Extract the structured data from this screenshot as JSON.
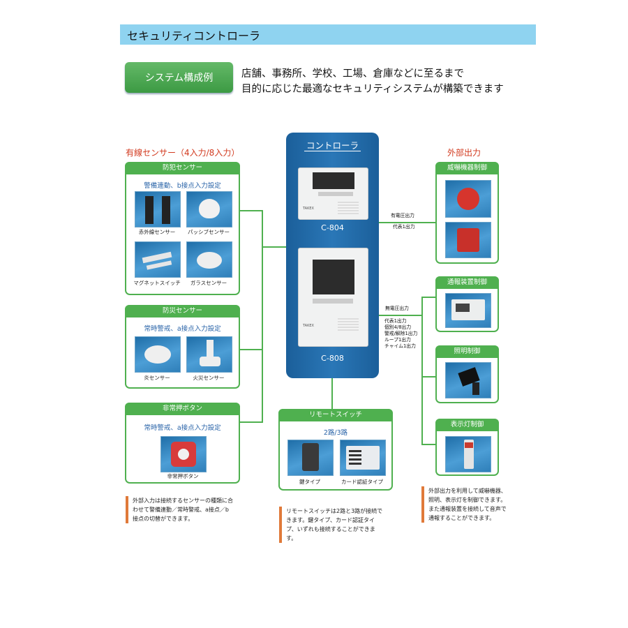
{
  "page_title": "セキュリティコントローラ",
  "system_button": "システム構成例",
  "intro": {
    "line1": "店舗、事務所、学校、工場、倉庫などに至るまで",
    "line2": "目的に応じた最適なセキュリティシステムが構築できます"
  },
  "wired_sensor_title": "有線センサー（4入力/8入力）",
  "external_output_title": "外部出力",
  "panels": {
    "crime": {
      "header": "防犯センサー",
      "subtitle": "警備連動、b接点入力設定",
      "items": [
        "赤外線センサー",
        "パッシブセンサー",
        "マグネットスイッチ",
        "ガラスセンサー"
      ]
    },
    "fire": {
      "header": "防災センサー",
      "subtitle": "常時警戒、a接点入力設定",
      "items": [
        "炎センサー",
        "火災センサー"
      ]
    },
    "emergency": {
      "header": "非常押ボタン",
      "subtitle": "常時警戒、a接点入力設定",
      "items": [
        "非常押ボタン"
      ]
    },
    "remote": {
      "header": "リモートスイッチ",
      "subtitle": "2路/3路",
      "items": [
        "鍵タイプ",
        "カード認証タイプ"
      ]
    },
    "intimidate": {
      "header": "威嚇機器制御"
    },
    "notify": {
      "header": "通報装置制御"
    },
    "lighting": {
      "header": "照明制御"
    },
    "indicator": {
      "header": "表示灯制御"
    }
  },
  "controller": {
    "title": "コントローラ",
    "model1": "C-804",
    "model2": "C-808",
    "brand": "TAKEX"
  },
  "outputs": {
    "voltage": "有電圧出力",
    "voltage_items": [
      "代表1出力"
    ],
    "no_voltage": "無電圧出力",
    "no_voltage_items": [
      "代表1出力",
      "個別4/8出力",
      "警戒/解除1出力",
      "ループ1出力",
      "チャイム1出力"
    ]
  },
  "notes": {
    "left": [
      "外部入力は接続するセンサーの種類に合",
      "わせて警備連動／常時警戒、a接点／b",
      "接点の切替ができます。"
    ],
    "center": [
      "リモートスイッチは2路と3路が接続で",
      "きます。鍵タイプ、カード認証タイ",
      "プ、いずれも接続することができま",
      "す。"
    ],
    "right": [
      "外部出力を利用して威嚇機器、",
      "照明、表示灯を制御できます。",
      "また通報装置を接続して音声で",
      "通報することができます。"
    ]
  },
  "colors": {
    "green": "#4fb04f",
    "blue": "#1f6ea8",
    "accent_red": "#d23a1f",
    "title_bar": "#8fd3f0"
  }
}
